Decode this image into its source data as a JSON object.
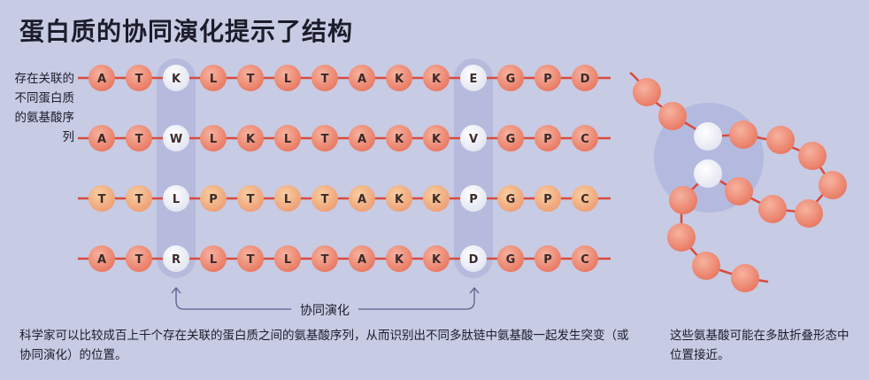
{
  "title": "蛋白质的协同演化提示了结构",
  "side_label": "存在关联的不同蛋白质的氨基酸序列",
  "sequences": [
    [
      "A",
      "T",
      "K",
      "L",
      "T",
      "L",
      "T",
      "A",
      "K",
      "K",
      "E",
      "G",
      "P",
      "D"
    ],
    [
      "A",
      "T",
      "W",
      "L",
      "K",
      "L",
      "T",
      "A",
      "K",
      "K",
      "V",
      "G",
      "P",
      "C"
    ],
    [
      "T",
      "T",
      "L",
      "P",
      "T",
      "L",
      "T",
      "A",
      "K",
      "K",
      "P",
      "G",
      "P",
      "C"
    ],
    [
      "A",
      "T",
      "R",
      "L",
      "T",
      "L",
      "T",
      "A",
      "K",
      "K",
      "D",
      "G",
      "P",
      "C"
    ]
  ],
  "coevolving_positions": [
    2,
    10
  ],
  "coevolution_label": "协同演化",
  "caption_left": "科学家可以比较成百上千个存在关联的蛋白质之间的氨基酸序列，从而识别出不同多肽链中氨基酸一起发生突变（或协同演化）的位置。",
  "caption_right": "这些氨基酸可能在多肽折叠形态中位置接近。",
  "colors": {
    "background": "#c7cbe4",
    "backbone": "#d94b3e",
    "bead": "#ef9680",
    "bead_light": "#f1b089",
    "bead_highlight": "#ffffff",
    "column_band": "#b6bbdd"
  }
}
